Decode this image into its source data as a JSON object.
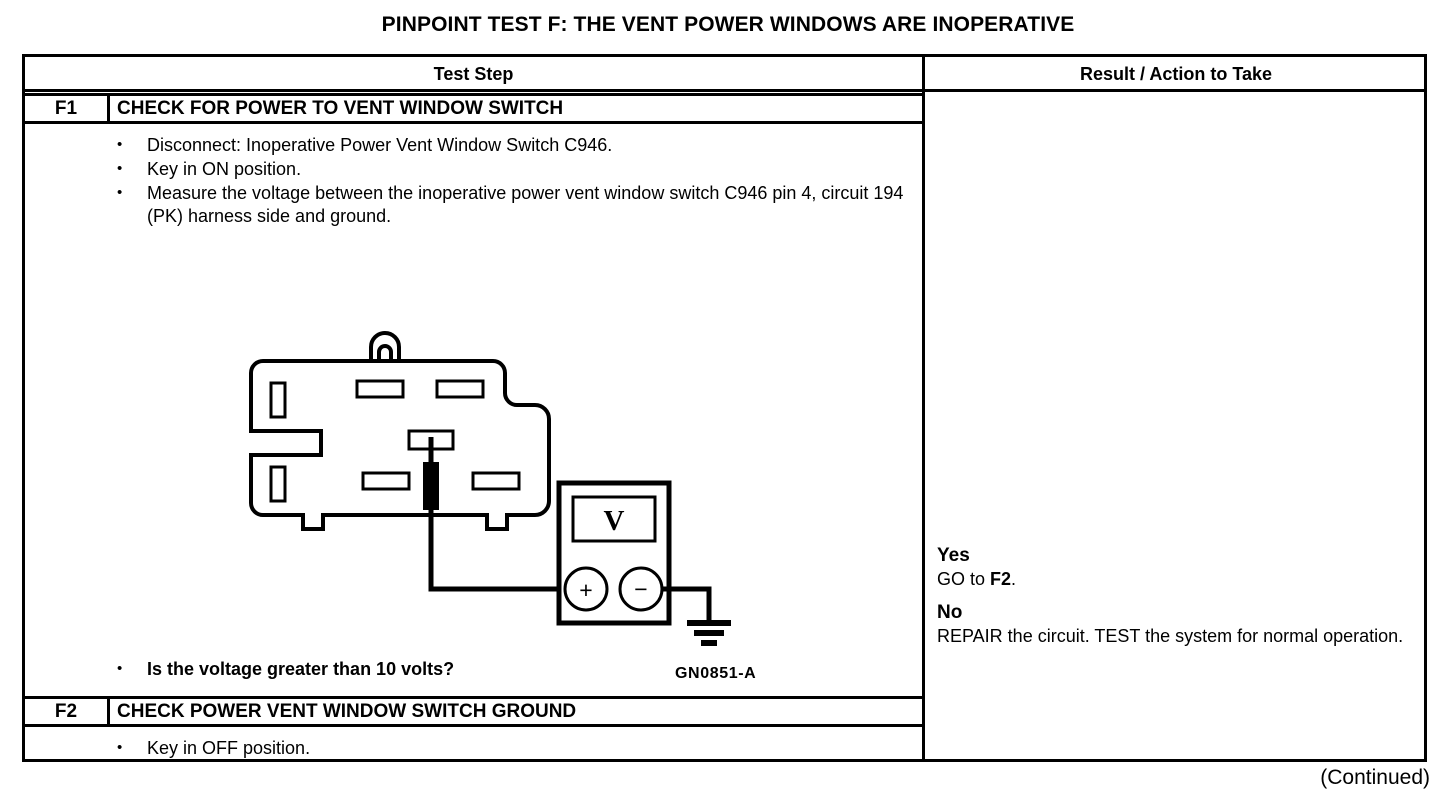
{
  "document": {
    "title": "PINPOINT TEST  F: THE VENT POWER WINDOWS ARE INOPERATIVE",
    "continued_note": "(Continued)"
  },
  "table": {
    "headers": {
      "test_step": "Test Step",
      "result_action": "Result / Action to Take"
    },
    "steps": [
      {
        "id": "F1",
        "name": "CHECK FOR POWER TO VENT WINDOW SWITCH",
        "bullets": [
          "Disconnect: Inoperative Power Vent Window Switch C946.",
          "Key in ON position.",
          "Measure the voltage between the inoperative power vent window switch C946 pin 4, circuit 194 (PK) harness side and ground."
        ],
        "question": "Is the voltage greater than 10 volts?",
        "bullet_marker": "•",
        "results": [
          {
            "label": "Yes",
            "text_before": "GO to ",
            "text_bold": "F2",
            "text_after": "."
          },
          {
            "label": "No",
            "text_before": "REPAIR the circuit. TEST the system for normal operation.",
            "text_bold": "",
            "text_after": ""
          }
        ]
      },
      {
        "id": "F2",
        "name": "CHECK POWER VENT WINDOW SWITCH GROUND",
        "bullets": [
          "Key in OFF position."
        ],
        "question": "",
        "bullet_marker": "•",
        "results": []
      }
    ]
  },
  "figure": {
    "label": "GN0851-A",
    "meter_display": "V",
    "meter_positive_terminal": "+",
    "meter_negative_terminal": "−",
    "description": "Power vent window switch connector C946 with voltmeter probe on pin 4 and ground reference"
  },
  "colors": {
    "ink": "#000000",
    "page": "#ffffff"
  }
}
